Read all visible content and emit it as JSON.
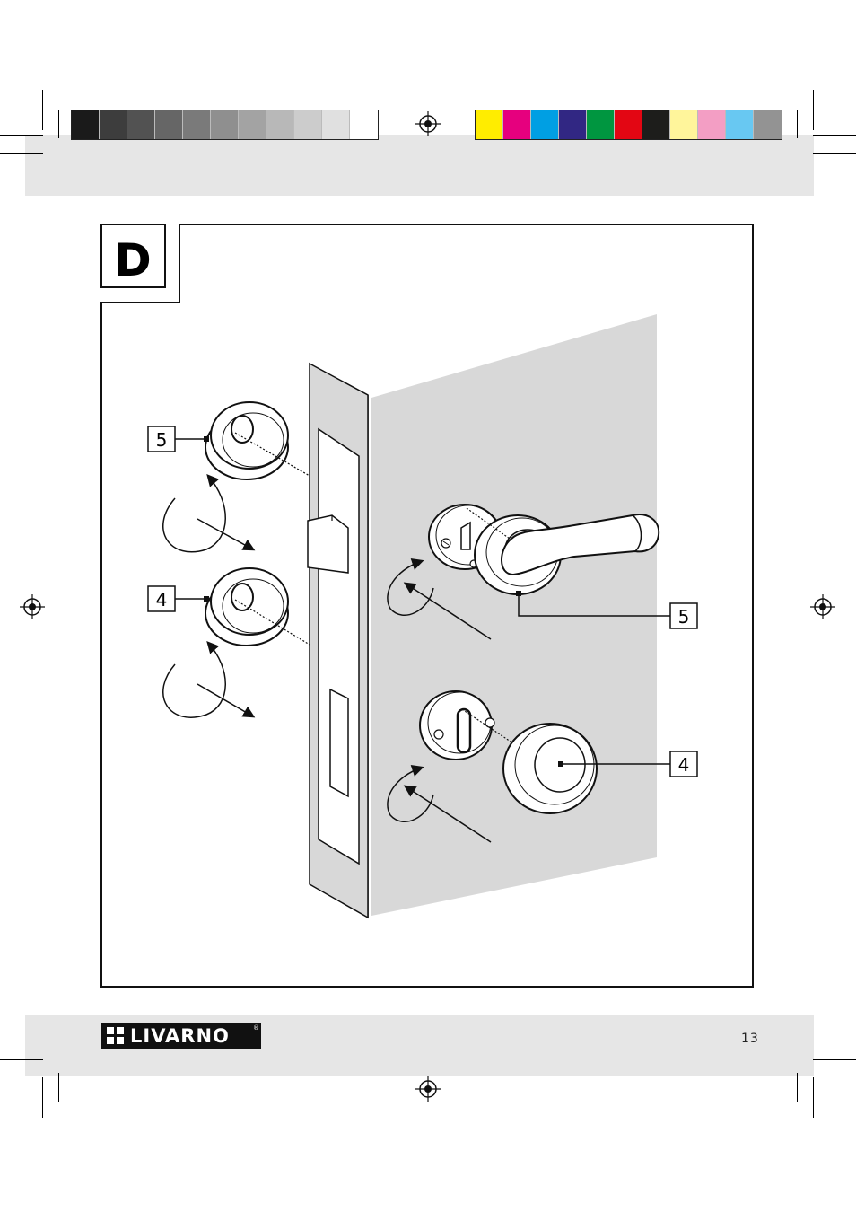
{
  "section": {
    "letter": "D"
  },
  "callouts": {
    "rose_left": "5",
    "rosette_left": "4",
    "handle_rose_right": "5",
    "key_rose_right": "4"
  },
  "footer": {
    "brand": "LIVARNO",
    "registered_mark": "®",
    "page_number": "13"
  },
  "color_bar": {
    "gray_swatches": [
      "#1a1a1a",
      "#3d3d3d",
      "#525252",
      "#666666",
      "#7a7a7a",
      "#8f8f8f",
      "#a3a3a3",
      "#b8b8b8",
      "#cccccc",
      "#e0e0e0",
      "#ffffff"
    ],
    "color_swatches": [
      "#ffed00",
      "#e6007e",
      "#009fe3",
      "#312783",
      "#009640",
      "#e30613",
      "#1d1d1b",
      "#fff59b",
      "#f39ec4",
      "#68c8f2",
      "#939393"
    ]
  }
}
